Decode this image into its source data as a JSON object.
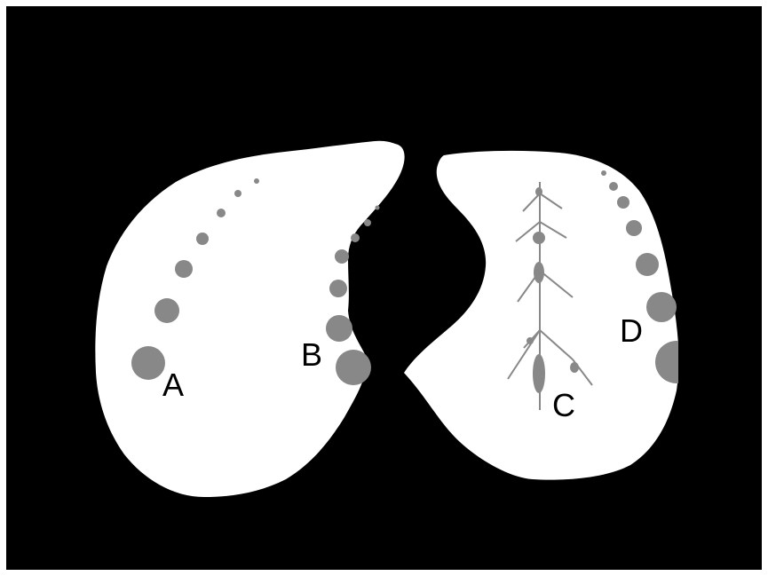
{
  "figure": {
    "background_color": "#000000",
    "lung_color": "#ffffff",
    "nodule_color": "#888888",
    "labels": {
      "a": "A",
      "b": "B",
      "c": "C",
      "d": "D"
    }
  }
}
